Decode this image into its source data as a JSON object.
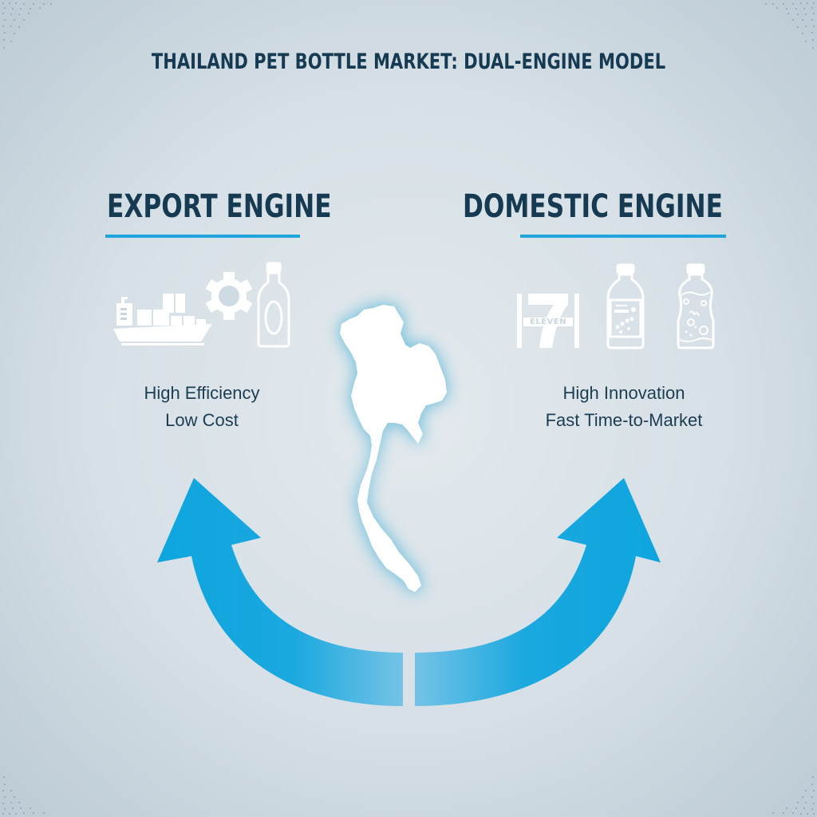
{
  "title": "THAILAND PET BOTTLE MARKET: DUAL-ENGINE MODEL",
  "colors": {
    "title_text": "#163a52",
    "accent_blue": "#1fa4dc",
    "arrow_blue": "#0ea5de",
    "arrow_light": "#74c3e6",
    "background": "#d6e0e6",
    "icon_white": "#ffffff"
  },
  "export_engine": {
    "heading": "EXPORT ENGINE",
    "icons": [
      "cargo-ship-icon",
      "gear-icon",
      "pet-bottle-icon"
    ],
    "descriptors": [
      "High Efficiency",
      "Low Cost"
    ]
  },
  "domestic_engine": {
    "heading": "DOMESTIC ENGINE",
    "icons": [
      "convenience-store-logo-icon",
      "beverage-bottle-icon",
      "functional-drink-bottle-icon"
    ],
    "store_logo_text": "ELEVEN",
    "descriptors": [
      "High Innovation",
      "Fast Time-to-Market"
    ]
  },
  "center": {
    "map": "thailand-map"
  }
}
